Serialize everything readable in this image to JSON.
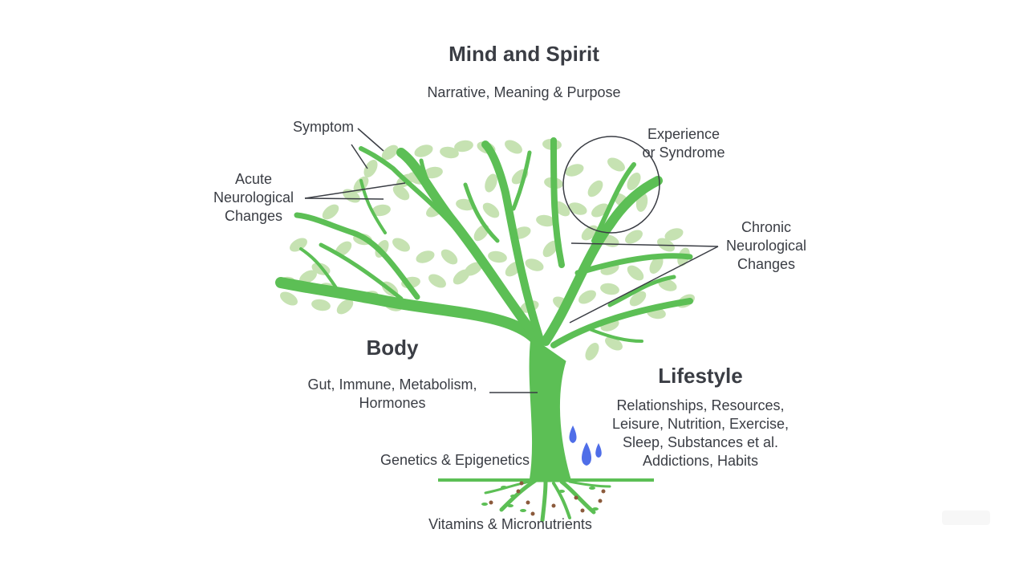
{
  "title": "Mind and Spirit",
  "subtitle": "Narrative, Meaning & Purpose",
  "labels": {
    "symptom": "Symptom",
    "acute": [
      "Acute",
      "Neurological",
      "Changes"
    ],
    "experience": [
      "Experience",
      "or Syndrome"
    ],
    "chronic": [
      "Chronic",
      "Neurological",
      "Changes"
    ],
    "body_heading": "Body",
    "body_text": [
      "Gut, Immune, Metabolism,",
      "Hormones"
    ],
    "lifestyle_heading": "Lifestyle",
    "lifestyle_text": [
      "Relationships, Resources,",
      "Leisure, Nutrition, Exercise,",
      "Sleep, Substances et al.",
      "Addictions, Habits"
    ],
    "genetics": "Genetics & Epigenetics",
    "vitamins": "Vitamins & Micronutrients"
  },
  "colors": {
    "trunk": "#5cbf55",
    "leaf": "#c6e2b2",
    "text": "#3a3d44",
    "leader": "#3a3d44",
    "water": "#4f6ee8",
    "soil_dot": "#8b5a3c"
  }
}
